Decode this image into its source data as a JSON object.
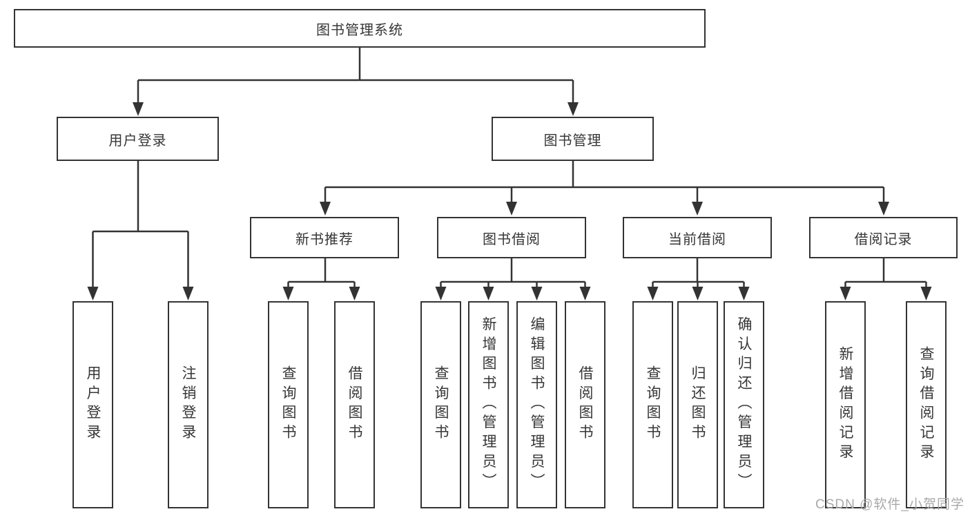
{
  "diagram": {
    "root": {
      "label": "图书管理系统"
    },
    "level2": {
      "user_login": {
        "label": "用户登录"
      },
      "book_mgmt": {
        "label": "图书管理"
      }
    },
    "level3": {
      "new_books": {
        "label": "新书推荐"
      },
      "book_borrow": {
        "label": "图书借阅"
      },
      "current_borrow": {
        "label": "当前借阅"
      },
      "borrow_records": {
        "label": "借阅记录"
      }
    },
    "leaves": {
      "user_login": {
        "label": "用户登录"
      },
      "logout": {
        "label": "注销登录"
      },
      "query_book_a": {
        "label": "查询图书"
      },
      "borrow_book_a": {
        "label": "借阅图书"
      },
      "query_book_b": {
        "label": "查询图书"
      },
      "add_book": {
        "label": "新增图书（管理员）"
      },
      "edit_book": {
        "label": "编辑图书（管理员）"
      },
      "borrow_book_b": {
        "label": "借阅图书"
      },
      "query_book_c": {
        "label": "查询图书"
      },
      "return_book": {
        "label": "归还图书"
      },
      "confirm_return": {
        "label": "确认归还（管理员）"
      },
      "add_borrow_record": {
        "label": "新增借阅记录"
      },
      "query_borrow_record": {
        "label": "查询借阅记录"
      }
    }
  },
  "watermark": {
    "text": "CSDN @软件_小贺同学"
  },
  "colors": {
    "line": "#333333",
    "node_border": "#333333",
    "node_text": "#363636",
    "watermark_text": "#a9a9a9",
    "background": "#ffffff"
  }
}
